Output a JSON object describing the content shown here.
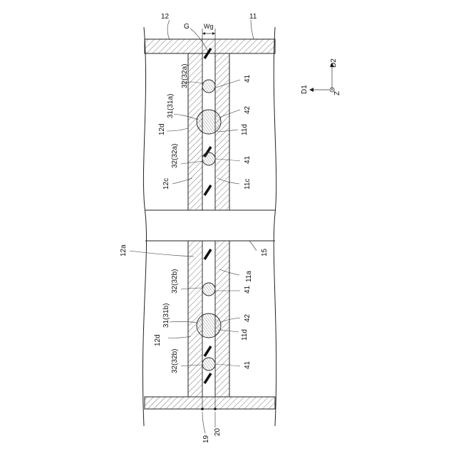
{
  "labels": {
    "l12": "12",
    "l11": "11",
    "lG": "G",
    "lWg": "Wg",
    "l32a_1": "32(32a)",
    "l41_1": "41",
    "l31a": "31(31a)",
    "l42_1": "42",
    "l12d_1": "12d",
    "l11d_1": "11d",
    "l32a_2": "32(32a)",
    "l41_2": "41",
    "l12c": "12c",
    "l11c": "11c",
    "l12a": "12a",
    "l15": "15",
    "l11a": "11a",
    "l32b_1": "32(32b)",
    "l41_3": "41",
    "l31b": "31(31b)",
    "l42_2": "42",
    "l12d_2": "12d",
    "l11d_2": "11d",
    "l32b_2": "32(32b)",
    "l41_4": "41",
    "l19": "19",
    "l20": "20"
  },
  "axes": {
    "d1": "D1",
    "d2": "D2",
    "z": "Z"
  },
  "colors": {
    "line": "#222222",
    "hatch": "#555555",
    "seal": "#111111"
  }
}
